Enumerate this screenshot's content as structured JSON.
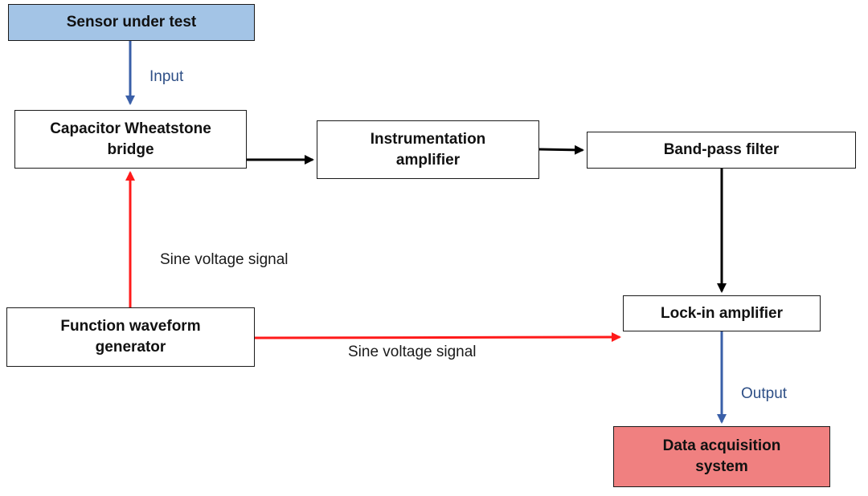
{
  "colors": {
    "sensor_fill": "#a3c4e6",
    "daq_fill": "#f08080",
    "box_fill": "#ffffff",
    "blue_arrow": "#3a5fa8",
    "red_arrow": "#ff1a1a",
    "black_arrow": "#000000",
    "blue_label": "#2e4f86",
    "black_label": "#1a1a1a"
  },
  "blocks": {
    "sensor": "Sensor under test",
    "bridge": "Capacitor Wheatstone\nbridge",
    "inst_amp": "Instrumentation\namplifier",
    "bandpass": "Band-pass filter",
    "lockin": "Lock-in amplifier",
    "generator": "Function waveform\ngenerator",
    "daq": "Data acquisition\nsystem"
  },
  "labels": {
    "input": "Input",
    "output": "Output",
    "sine_vertical": "Sine voltage signal",
    "sine_horizontal": "Sine voltage signal"
  }
}
